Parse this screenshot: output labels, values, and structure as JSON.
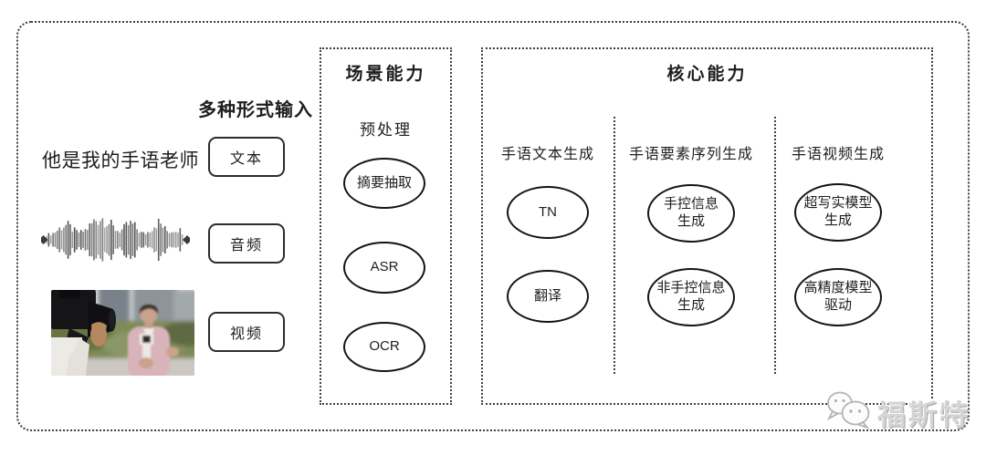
{
  "colors": {
    "frame_line": "#3f3f3f",
    "ellipse_stroke": "#141414",
    "text": "#1e1e1e",
    "watermark_gray": "#d4d4d4"
  },
  "input_section": {
    "label": "多种形式输入",
    "text_sample": "他是我的手语老师",
    "items": [
      {
        "label": "文本"
      },
      {
        "label": "音频"
      },
      {
        "label": "视频"
      }
    ]
  },
  "scene_box": {
    "title": "场景能力",
    "subtitle": "预处理",
    "nodes": [
      "摘要抽取",
      "ASR",
      "OCR"
    ]
  },
  "core_box": {
    "title": "核心能力",
    "columns": [
      {
        "header": "手语文本生成",
        "nodes": [
          "TN",
          "翻译"
        ]
      },
      {
        "header": "手语要素序列生成",
        "nodes": [
          "手控信息\n生成",
          "非手控信息\n生成"
        ]
      },
      {
        "header": "手语视频生成",
        "nodes": [
          "超写实模型\n生成",
          "高精度模型\n驱动"
        ]
      }
    ]
  },
  "watermark": {
    "text": "福斯特"
  }
}
